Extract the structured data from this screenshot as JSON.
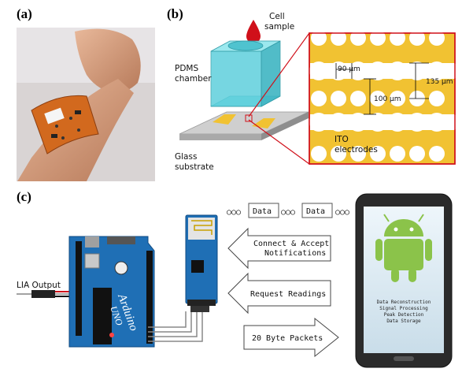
{
  "panel_a": {
    "label": "(a)"
  },
  "panel_b": {
    "label": "(b)",
    "cell_sample": [
      "Cell",
      "sample"
    ],
    "pdms": [
      "PDMS",
      "chamber"
    ],
    "glass": [
      "Glass",
      "substrate"
    ],
    "ito": [
      "ITO",
      "electrodes"
    ],
    "dim_90": "90 μm",
    "dim_135": "135 μm",
    "dim_100": "100 μm"
  },
  "panel_c": {
    "label": "(c)",
    "lia_output": "LIA Output",
    "arduino_brand": "Arduino",
    "arduino_model": "UNO",
    "packet_1": "Data",
    "packet_2": "Data",
    "arrow_connect": [
      "Connect & Accept",
      "Notifications"
    ],
    "arrow_request": "Request Readings",
    "arrow_packets": "20 Byte Packets",
    "phone_lines": [
      "Data Reconstruction",
      "Signal Processing",
      "Peak Detection",
      "Data Storage"
    ]
  },
  "colors": {
    "android_green": "#8bc34a",
    "arduino_blue": "#1f6fb5",
    "electrode_yellow": "#f1c232",
    "pdms_cyan": "#5fd0dc",
    "blood_red": "#d0101a"
  }
}
